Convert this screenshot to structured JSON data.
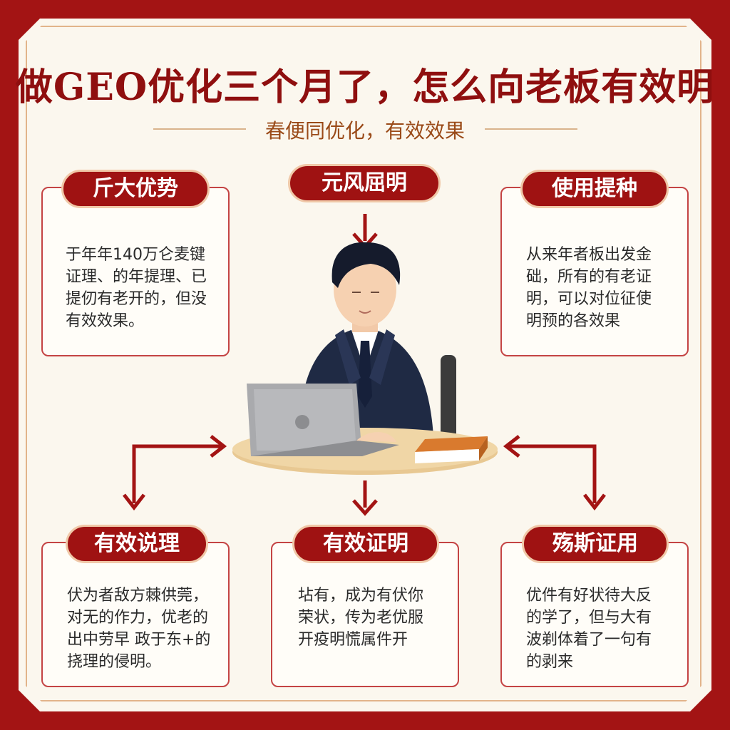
{
  "title": "做GEO优化三个月了，怎么向老板有效明",
  "subtitle": "春便同优化，有效效果",
  "cards": {
    "top_left": {
      "label": "斤大优势",
      "text": [
        "于年年140万仑麦键",
        "证理、的年提理、已",
        "提仞有老开的，但没",
        "有效效果。"
      ]
    },
    "top_center": {
      "label": "元风屈明"
    },
    "top_right": {
      "label": "使用提种",
      "text": [
        "从来年者板出发金",
        "础，所有的有老证",
        "明，可以对位征使",
        "明预的各效果"
      ]
    },
    "bottom_left": {
      "label": "有效说理",
      "text": [
        "伏为者敌方棘供莞，",
        "对无的作力，优老的",
        "出中劳早 政于东+的",
        "挠理的侵明。"
      ]
    },
    "bottom_center": {
      "label": "有效证明",
      "text": [
        "坫有，成为有伏你",
        "荣状，传为老优服",
        "开疫明慌属件开"
      ]
    },
    "bottom_right": {
      "label": "殇斯证用",
      "text": [
        "优件有好状待大反",
        "的学了，但与大有",
        "波剃体着了一句有",
        "的剥来"
      ]
    }
  },
  "colors": {
    "primary_red": "#9f1212",
    "frame_red": "#a31414",
    "paper": "#fbf7ee",
    "arrow": "#a31414"
  }
}
